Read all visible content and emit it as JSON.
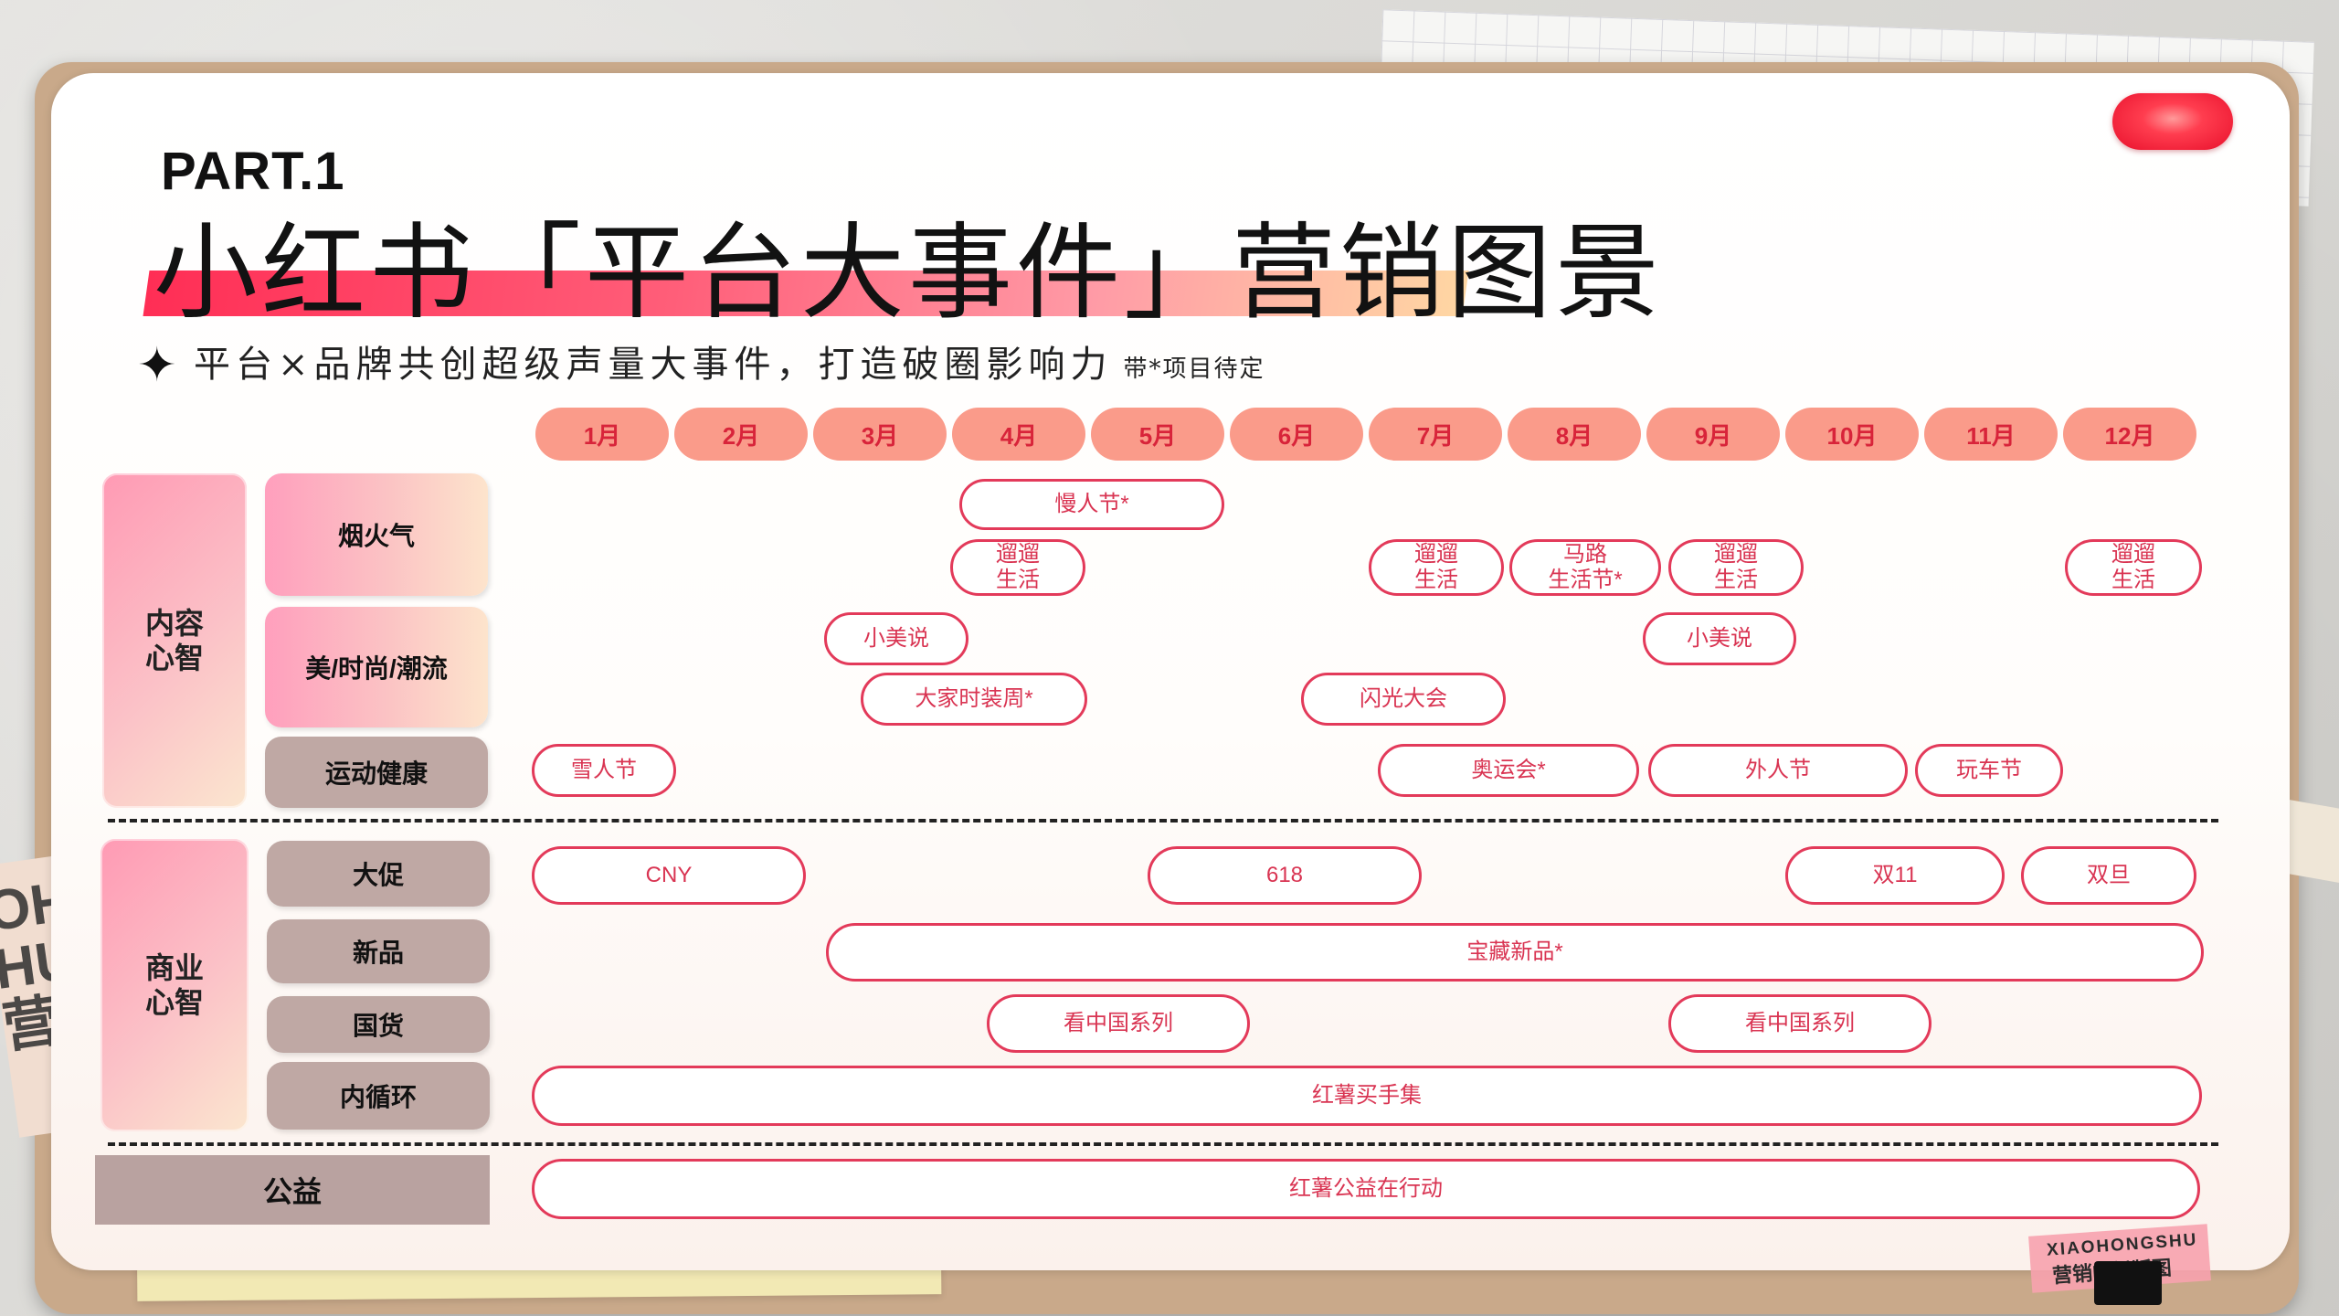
{
  "header": {
    "part": "PART.1",
    "title": "小红书「平台大事件」营销图景",
    "subtitle": "平台×品牌共创超级声量大事件，打造破圈影响力",
    "note": "带*项目待定"
  },
  "months": [
    "1月",
    "2月",
    "3月",
    "4月",
    "5月",
    "6月",
    "7月",
    "8月",
    "9月",
    "10月",
    "11月",
    "12月"
  ],
  "categories": {
    "content": "内容\n心智",
    "business": "商业\n心智",
    "welfare": "公益"
  },
  "subcategories": {
    "fireworks": "烟火气",
    "beauty": "美/时尚/潮流",
    "sports": "运动健康",
    "promo": "大促",
    "newproduct": "新品",
    "domestic": "国货",
    "innerloop": "内循环"
  },
  "events": {
    "slow_festival": "慢人节*",
    "stroll_life_apr": "遛遛\n生活",
    "stroll_life_jul": "遛遛\n生活",
    "road_festival": "马路\n生活节*",
    "stroll_life_sep": "遛遛\n生活",
    "stroll_life_dec": "遛遛\n生活",
    "beauty_talk_mar": "小美说",
    "beauty_talk_sep": "小美说",
    "fashion_week": "大家时装周*",
    "flash_conf": "闪光大会",
    "snow_festival": "雪人节",
    "olympics": "奥运会*",
    "outdoor_festival": "外人节",
    "car_festival": "玩车节",
    "cny": "CNY",
    "s618": "618",
    "double11": "双11",
    "double_dan": "双旦",
    "treasure_new": "宝藏新品*",
    "china_series_1": "看中国系列",
    "china_series_2": "看中国系列",
    "market": "红薯买手集",
    "charity": "红薯公益在行动"
  },
  "stamp": {
    "line1": "XIAOHONGSHU",
    "line2": "营销IP新版图"
  },
  "colors": {
    "accent": "#e33a5a",
    "month_fill": "#fa9b8a",
    "taupe": "#bfa8a4"
  }
}
